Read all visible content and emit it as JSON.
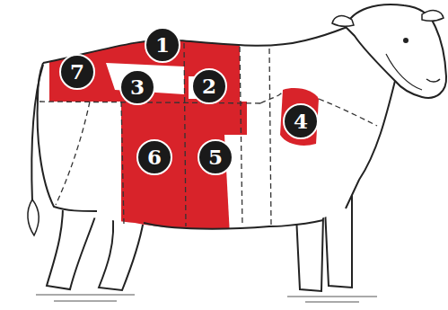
{
  "diagram": {
    "labels": [
      "1",
      "7",
      "3",
      "2",
      "4",
      "6",
      "5"
    ]
  }
}
